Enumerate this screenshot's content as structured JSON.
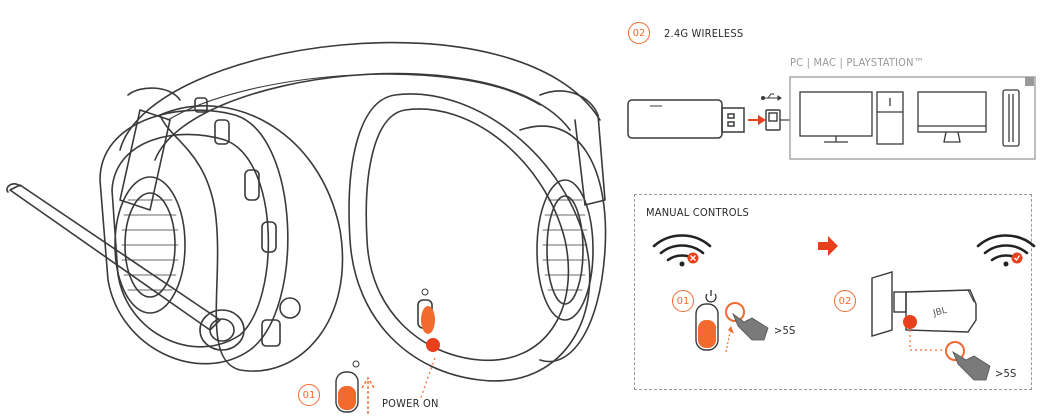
{
  "power_step": {
    "number": "01",
    "label": "POWER ON"
  },
  "wireless_step": {
    "number": "02",
    "label": "2.4G WIRELESS"
  },
  "devices_label": "PC | MAC | PLAYSTATION™",
  "manual_controls": {
    "title": "MANUAL CONTROLS",
    "step1_number": "01",
    "step2_number": "02",
    "hold1": ">5S",
    "hold2": ">5S"
  },
  "dongle_brand": "JBL",
  "colors": {
    "accent": "#f26a2e",
    "accent_red": "#e8401c",
    "line": "#3a3a3a",
    "gray": "#9a9a9a"
  },
  "icons": [
    "headset",
    "microphone-boom",
    "usb-dongle",
    "usb-icon",
    "pc-monitor",
    "pc-tower",
    "mac-monitor",
    "playstation-console",
    "wifi-disconnected-icon",
    "wifi-connected-icon",
    "arrow-right-icon",
    "power-icon",
    "hand-press-icon"
  ]
}
